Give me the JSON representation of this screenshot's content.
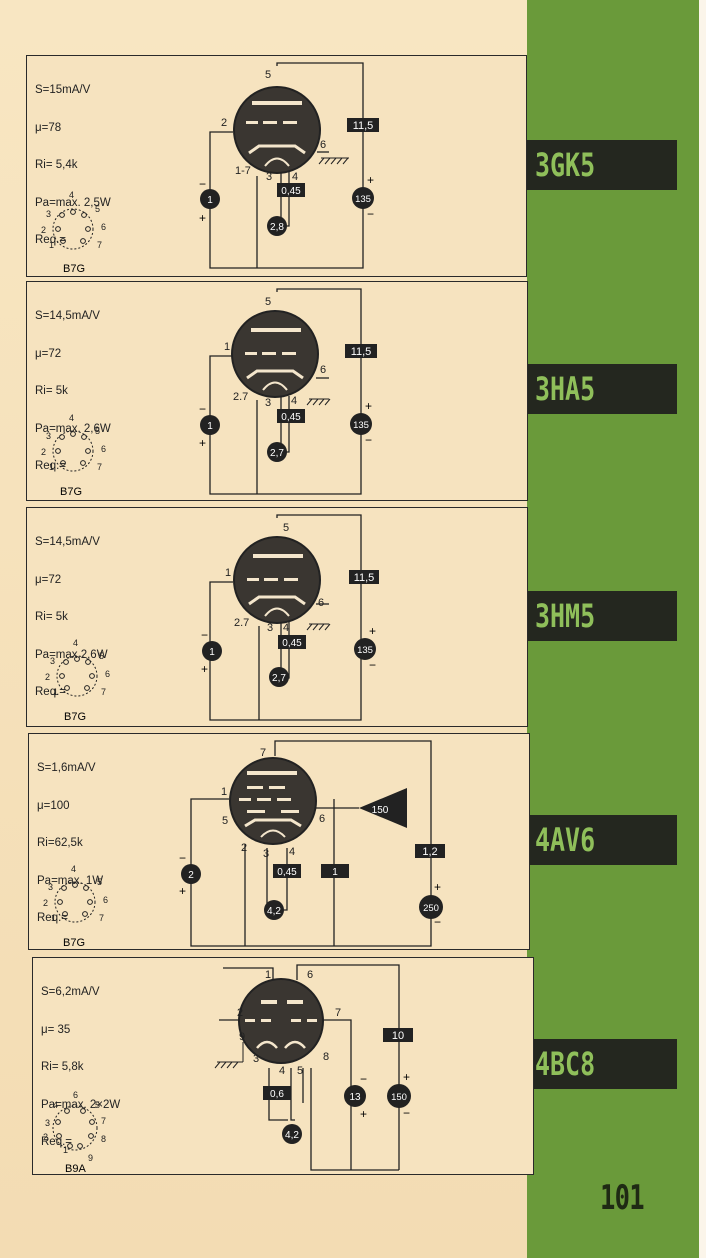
{
  "page_number": "101",
  "tubes": [
    {
      "label": "3GK5",
      "specs": [
        "S=15mA/V",
        "μ=78",
        "Ri= 5,4k",
        "Pa=max. 2,5W",
        "Req.="
      ],
      "base": "B7G",
      "base_pins": [
        "1",
        "2",
        "3",
        "4",
        "5",
        "6",
        "7"
      ],
      "pins": {
        "anode": "5",
        "grid": "2",
        "cathode": "1-7",
        "heater_a": "3",
        "heater_b": "4",
        "shield": "6"
      },
      "values": {
        "anode_current": "11,5",
        "anode_voltage": "135",
        "grid_voltage": "1",
        "heater_current": "0,45",
        "heater_voltage": "2,8"
      }
    },
    {
      "label": "3HA5",
      "specs": [
        "S=14,5mA/V",
        "μ=72",
        "Ri= 5k",
        "Pa=max. 2,6W",
        "Req.="
      ],
      "base": "B7G",
      "base_pins": [
        "1",
        "2",
        "3",
        "4",
        "5",
        "6",
        "7"
      ],
      "pins": {
        "anode": "5",
        "grid": "1",
        "cathode": "2.7",
        "heater_a": "3",
        "heater_b": "4",
        "shield": "6"
      },
      "values": {
        "anode_current": "11,5",
        "anode_voltage": "135",
        "grid_voltage": "1",
        "heater_current": "0,45",
        "heater_voltage": "2,7"
      }
    },
    {
      "label": "3HM5",
      "specs": [
        "S=14,5mA/V",
        "μ=72",
        "Ri= 5k",
        "Pa=max.2,6W",
        "Req.="
      ],
      "base": "B7G",
      "base_pins": [
        "1",
        "2",
        "3",
        "4",
        "5",
        "6",
        "7"
      ],
      "pins": {
        "anode": "5",
        "grid": "1",
        "cathode": "2.7",
        "heater_a": "3",
        "heater_b": "4",
        "shield": "6"
      },
      "values": {
        "anode_current": "11,5",
        "anode_voltage": "135",
        "grid_voltage": "1",
        "heater_current": "0,45",
        "heater_voltage": "2,7"
      }
    },
    {
      "label": "4AV6",
      "specs": [
        "S=1,6mA/V",
        "μ=100",
        "Ri=62,5k",
        "Pa=max. 1W",
        "Req.="
      ],
      "base": "B7G",
      "base_pins": [
        "1",
        "2",
        "3",
        "4",
        "5",
        "6",
        "7"
      ],
      "pins": {
        "anode": "7",
        "grid": "1",
        "cathode": "2",
        "heater_a": "3",
        "heater_b": "4",
        "diode_a": "5",
        "diode_b": "6"
      },
      "values": {
        "anode_current": "1,2",
        "anode_voltage": "250",
        "grid_voltage": "2",
        "heater_current": "0,45",
        "heater_voltage": "4,2",
        "diode_current": "1",
        "signal": "150"
      }
    },
    {
      "label": "4BC8",
      "specs": [
        "S=6,2mA/V",
        "μ= 35",
        "Ri= 5,8k",
        "Pa=max. 2×2W",
        "Req.="
      ],
      "base": "B9A",
      "base_pins": [
        "1",
        "2",
        "3",
        "4",
        "5",
        "6",
        "7",
        "8",
        "9"
      ],
      "pins": {
        "anode_a": "1",
        "anode_b": "6",
        "grid_a": "2",
        "grid_b": "7",
        "cathode_a": "3",
        "cathode_b": "8",
        "heater_a": "4",
        "heater_b": "5",
        "shield": "9"
      },
      "values": {
        "anode_current": "10",
        "anode_voltage": "150",
        "grid_voltage": "13",
        "heater_current": "0,6",
        "heater_voltage": "4,2"
      }
    }
  ]
}
